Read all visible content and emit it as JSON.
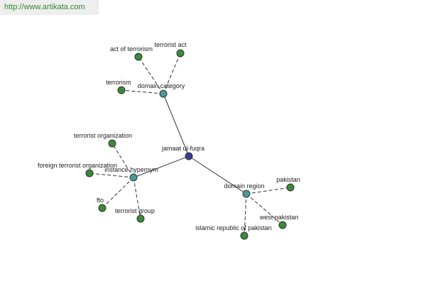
{
  "source": {
    "url": "http://www.artikata.com"
  },
  "colors": {
    "center": "#3b3b8f",
    "relation": "#4a9a9a",
    "leaf": "#3a8a3a"
  },
  "graph": {
    "center": {
      "label": "jamaat ul-fuqra"
    },
    "relations": [
      {
        "label": "domain category",
        "leaves": [
          {
            "label": "act of terrorism"
          },
          {
            "label": "terrorist act"
          },
          {
            "label": "terrorism"
          }
        ]
      },
      {
        "label": "instance hypernym",
        "leaves": [
          {
            "label": "terrorist organization"
          },
          {
            "label": "foreign terrorist organization"
          },
          {
            "label": "fto"
          },
          {
            "label": "terrorist group"
          }
        ]
      },
      {
        "label": "domain region",
        "leaves": [
          {
            "label": "pakistan"
          },
          {
            "label": "west pakistan"
          },
          {
            "label": "islamic republic of pakistan"
          }
        ]
      }
    ]
  }
}
